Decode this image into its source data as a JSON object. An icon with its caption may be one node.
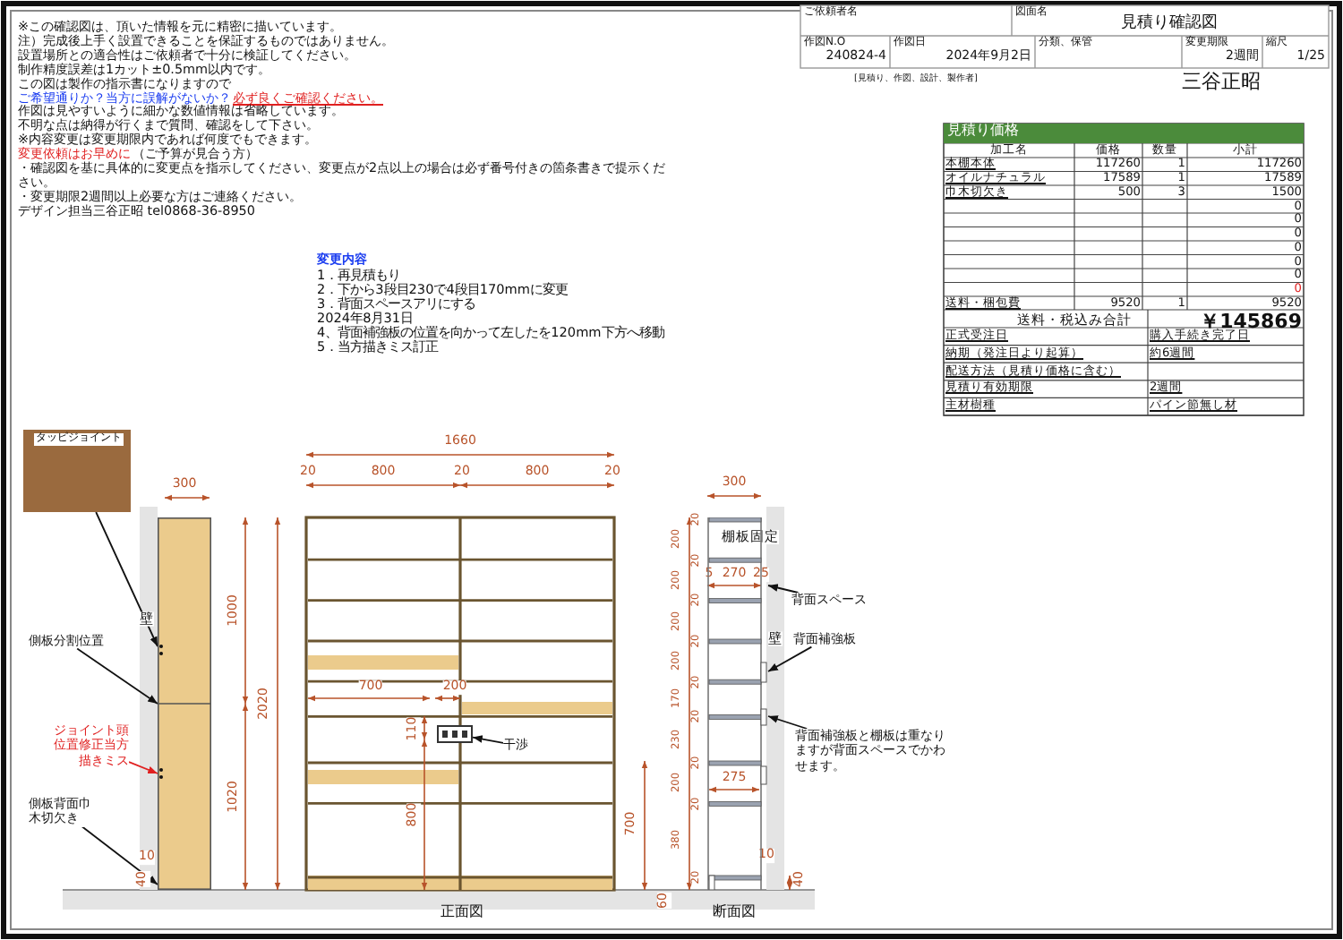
{
  "diagram": {
    "title": "見積り確認図",
    "nodes": [
      {
        "text": [
          "タッピジョイント"
        ]
      },
      {
        "text": [
          "側板分割位置"
        ]
      },
      {
        "text": [
          "ジョイント頭位置修正当方描きミス"
        ]
      },
      {
        "text": [
          "側板背面巾木切欠き"
        ]
      },
      {
        "text": [],
        "shape": "box"
      },
      {
        "text": [
          "干渉"
        ]
      },
      {
        "text": [
          "背面スペース"
        ]
      },
      {
        "text": [
          "背面補強板"
        ]
      },
      {
        "text": [
          "背面補強板と棚板は重なりますが背面スペースでかわせます。"
        ]
      },
      {
        "text": [],
        "shape": "picture"
      },
      {
        "text": [],
        "shape": "picture"
      }
    ],
    "edges": [
      {
        "from": 0,
        "to": 9,
        "arrow": "to"
      },
      {
        "from": 1,
        "to": 9,
        "arrow": "to"
      },
      {
        "from": 2,
        "to": 9,
        "arrow": "to",
        "color": "#e02020"
      },
      {
        "from": 3,
        "to": 9,
        "arrow": "to"
      },
      {
        "from": 5,
        "to": 4,
        "arrow": "to"
      },
      {
        "from": 6,
        "to": 10,
        "arrow": "to"
      },
      {
        "from": 7,
        "to": 10,
        "arrow": "to"
      },
      {
        "from": 8,
        "to": 10,
        "arrow": "to"
      }
    ],
    "labels": [
      "※この確認図は、頂いた情報を元に精密に描いています。",
      "注）完成後上手く設置できることを保証するものではありません。",
      "設置場所との適合性はご依頼者で十分に検証してください。",
      "制作精度誤差は1カット±0.5mm以内です。",
      "この図は製作の指示書になりますので",
      "ご希望通りか？当方に誤解がないか？",
      "必ず良くご確認ください。",
      "作図は見やすいように細かな数値情報は省略しています。",
      "不明な点は納得が行くまで質問、確認をして下さい。",
      "※内容変更は変更期限内であれば何度でもできます。",
      "変更依頼はお早めに",
      "（ご予算が見合う方）",
      "・確認図を基に具体的に変更点を指示してください、変更点が2点以上の場合は必ず番号付きの箇条書きで提示ください。",
      "・変更期限2週間以上必要な方はご連絡ください。",
      "デザイン担当三谷正昭 tel0868-36-8950",
      "ご依頼者名",
      "図面名",
      "作図N.O",
      "240824-4",
      "作図日",
      "2024年9月2日",
      "分類、保管",
      "変更期限",
      "2週間",
      "縮尺",
      "1/25",
      "[見積り、作図、設計、製作者]",
      "三谷正昭",
      "見積り価格",
      "加工名",
      "価格",
      "数量",
      "小計",
      "本棚本体",
      "117260",
      "1",
      "117260",
      "オイルナチュラル",
      "17589",
      "1",
      "17589",
      "巾木切欠き",
      "500",
      "3",
      "1500",
      "0",
      "0",
      "0",
      "0",
      "0",
      "0",
      "0",
      "送料・梱包費",
      "9520",
      "1",
      "9520",
      "送料・税込み合計",
      "￥145869",
      "正式受注日",
      "購入手続き完了日",
      "納期（発注日より起算）",
      "約6週間",
      "配送方法（見積り価格に含む）",
      "見積り有効期限",
      "2週間",
      "主材樹種",
      "パイン節無し材",
      "変更内容",
      "1．再見積もり",
      "2．下から3段目230で4段目170mmに変更",
      "3．背面スペースアリにする",
      "2024年8月31日",
      "4、背面補強板の位置を向かって左したを120mm下方へ移動",
      "5．当方描きミス訂正",
      "300",
      "壁",
      "1000",
      "1020",
      "2020",
      "10",
      "40",
      "1660",
      "20",
      "800",
      "20",
      "800",
      "20",
      "700",
      "200",
      "110",
      "800",
      "700",
      "60",
      "20",
      "200",
      "20",
      "200",
      "20",
      "200",
      "20",
      "200",
      "20",
      "170",
      "20",
      "230",
      "20",
      "200",
      "20",
      "380",
      "20",
      "300",
      "棚板固定",
      "5",
      "270",
      "25",
      "壁",
      "275",
      "10",
      "40",
      "正面図",
      "断面図"
    ]
  }
}
